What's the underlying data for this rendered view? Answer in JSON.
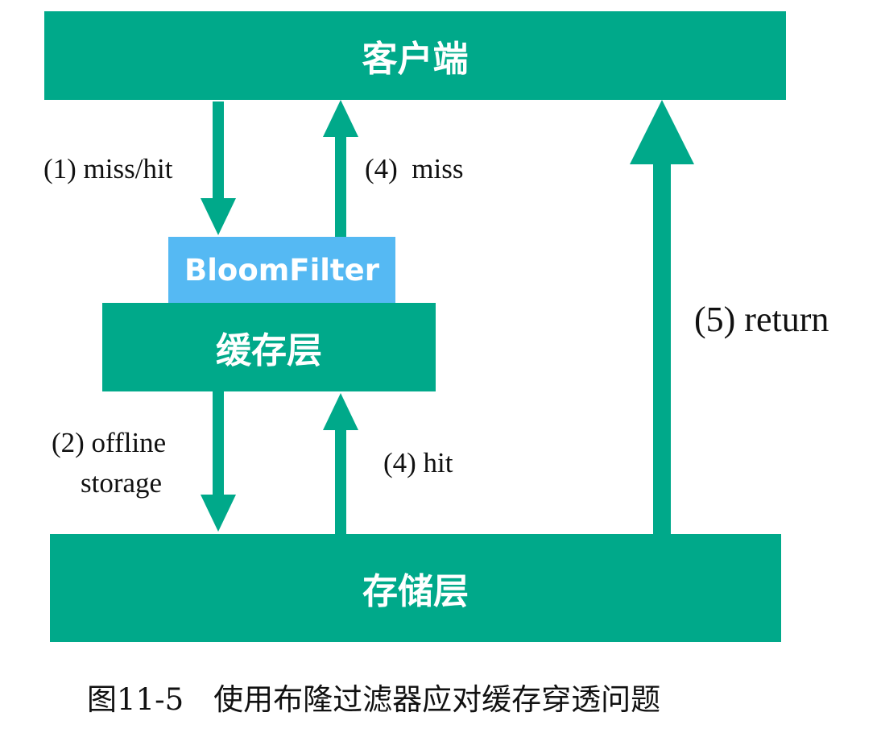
{
  "nodes": {
    "client": "客户端",
    "bloom_filter": "BloomFilter",
    "cache_layer": "缓存层",
    "storage_layer": "存储层"
  },
  "edges": {
    "client_to_filter": "(1) miss/hit",
    "filter_to_client": "(4)  miss",
    "cache_to_storage_line1": "(2) offline",
    "cache_to_storage_line2": "storage",
    "storage_to_cache": "(4) hit",
    "storage_to_client": "(5) return"
  },
  "caption": "图11-5　使用布隆过滤器应对缓存穿透问题",
  "colors": {
    "primary": "#00a98a",
    "bloom": "#55b9f3",
    "text": "#111111"
  }
}
